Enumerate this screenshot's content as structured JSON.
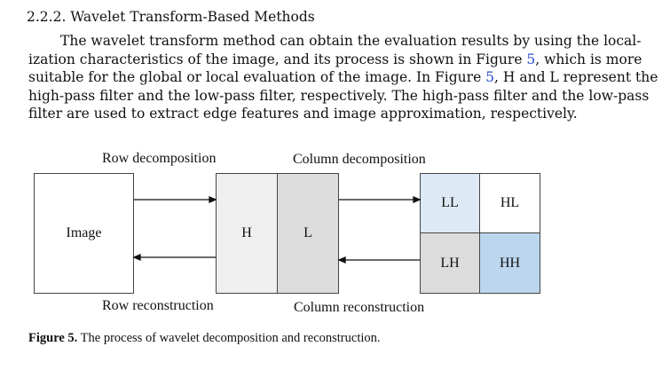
{
  "section": {
    "heading": "2.2.2. Wavelet Transform-Based Methods",
    "lines": [
      "The wavelet transform method can obtain the evaluation results by using the local-",
      "ization characteristics of the image, and its process is shown in Figure 5, which is more",
      "suitable for the global or local evaluation of the image. In Figure 5, H and L represent the",
      "high-pass filter and the low-pass filter, respectively. The high-pass filter and the low-pass",
      "filter are used to extract edge features and image approximation, respectively."
    ]
  },
  "figure": {
    "row_decomposition": "Row decomposition",
    "column_decomposition": "Column decomposition",
    "row_reconstruction": "Row reconstruction",
    "column_reconstruction": "Column reconstruction",
    "image_label": "Image",
    "h_label": "H",
    "l_label": "L",
    "ll_label": "LL",
    "hl_label": "HL",
    "lh_label": "LH",
    "hh_label": "HH",
    "colors": {
      "h_fill": "#efefef",
      "l_fill": "#dcdcdc",
      "ll_fill": "#dde9f5",
      "hl_fill": "#ffffff",
      "lh_fill": "#dcdcdc",
      "hh_fill": "#bcd6ee"
    }
  },
  "caption": {
    "label": "Figure 5.",
    "text": " The process of wavelet decomposition and reconstruction."
  }
}
